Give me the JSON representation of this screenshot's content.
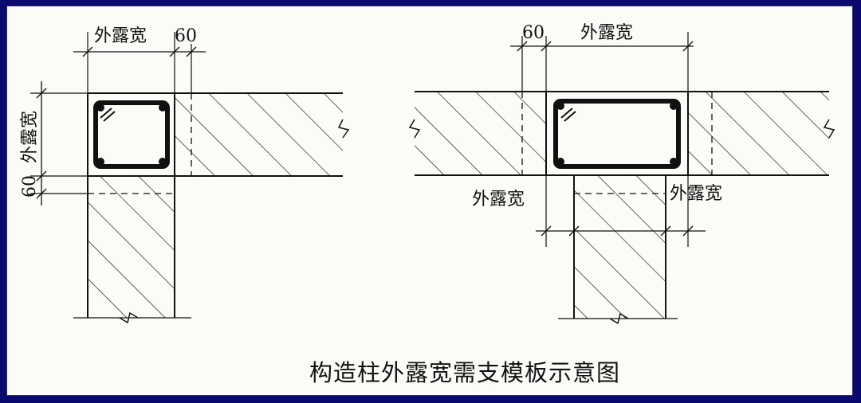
{
  "labels": {
    "exposed_width": "外露宽",
    "offset_60": "60"
  },
  "caption": "构造柱外露宽需支模板示意图",
  "colors": {
    "frame_border": "#0a0a6e",
    "paper": "#fbfbf8",
    "ink": "#111111"
  }
}
